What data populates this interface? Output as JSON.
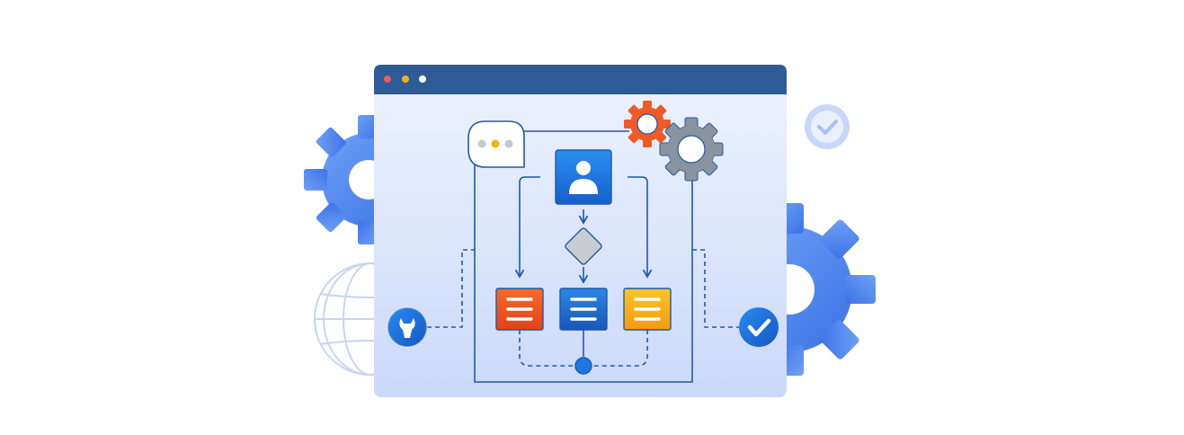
{
  "colors": {
    "background": "#ffffff",
    "window_titlebar": "#2f5b96",
    "window_body_top": "#eef3fd",
    "window_body_bottom": "#cfdcfb",
    "flow_line": "#1f5aa8",
    "gear_blue": "#5b8ff0",
    "gear_orange": "#ef5a28",
    "gear_gray": "#8a949e",
    "doc_orange": "#f15a24",
    "doc_blue": "#1f6fd0",
    "doc_yellow": "#f7b21a",
    "user_box": "#1d77e0",
    "decision_diamond": "#c9ccd1",
    "dot_red": "#f05a5a",
    "dot_yellow": "#f5b21b",
    "dot_white": "#ffffff"
  },
  "icons": {
    "window_controls": [
      "close-dot",
      "minimize-dot",
      "maximize-dot"
    ],
    "chat": "chat-bubble-icon",
    "user": "user-icon",
    "decision": "decision-diamond-icon",
    "documents": [
      "document-orange-icon",
      "document-blue-icon",
      "document-yellow-icon"
    ],
    "merge": "merge-node-icon",
    "gears": [
      "gear-orange-icon",
      "gear-gray-icon",
      "gear-blue-left-icon",
      "gear-blue-right-icon"
    ],
    "tools": "wrench-icon",
    "success": "check-circle-icon",
    "approved": "check-badge-icon",
    "globe": "globe-icon"
  }
}
